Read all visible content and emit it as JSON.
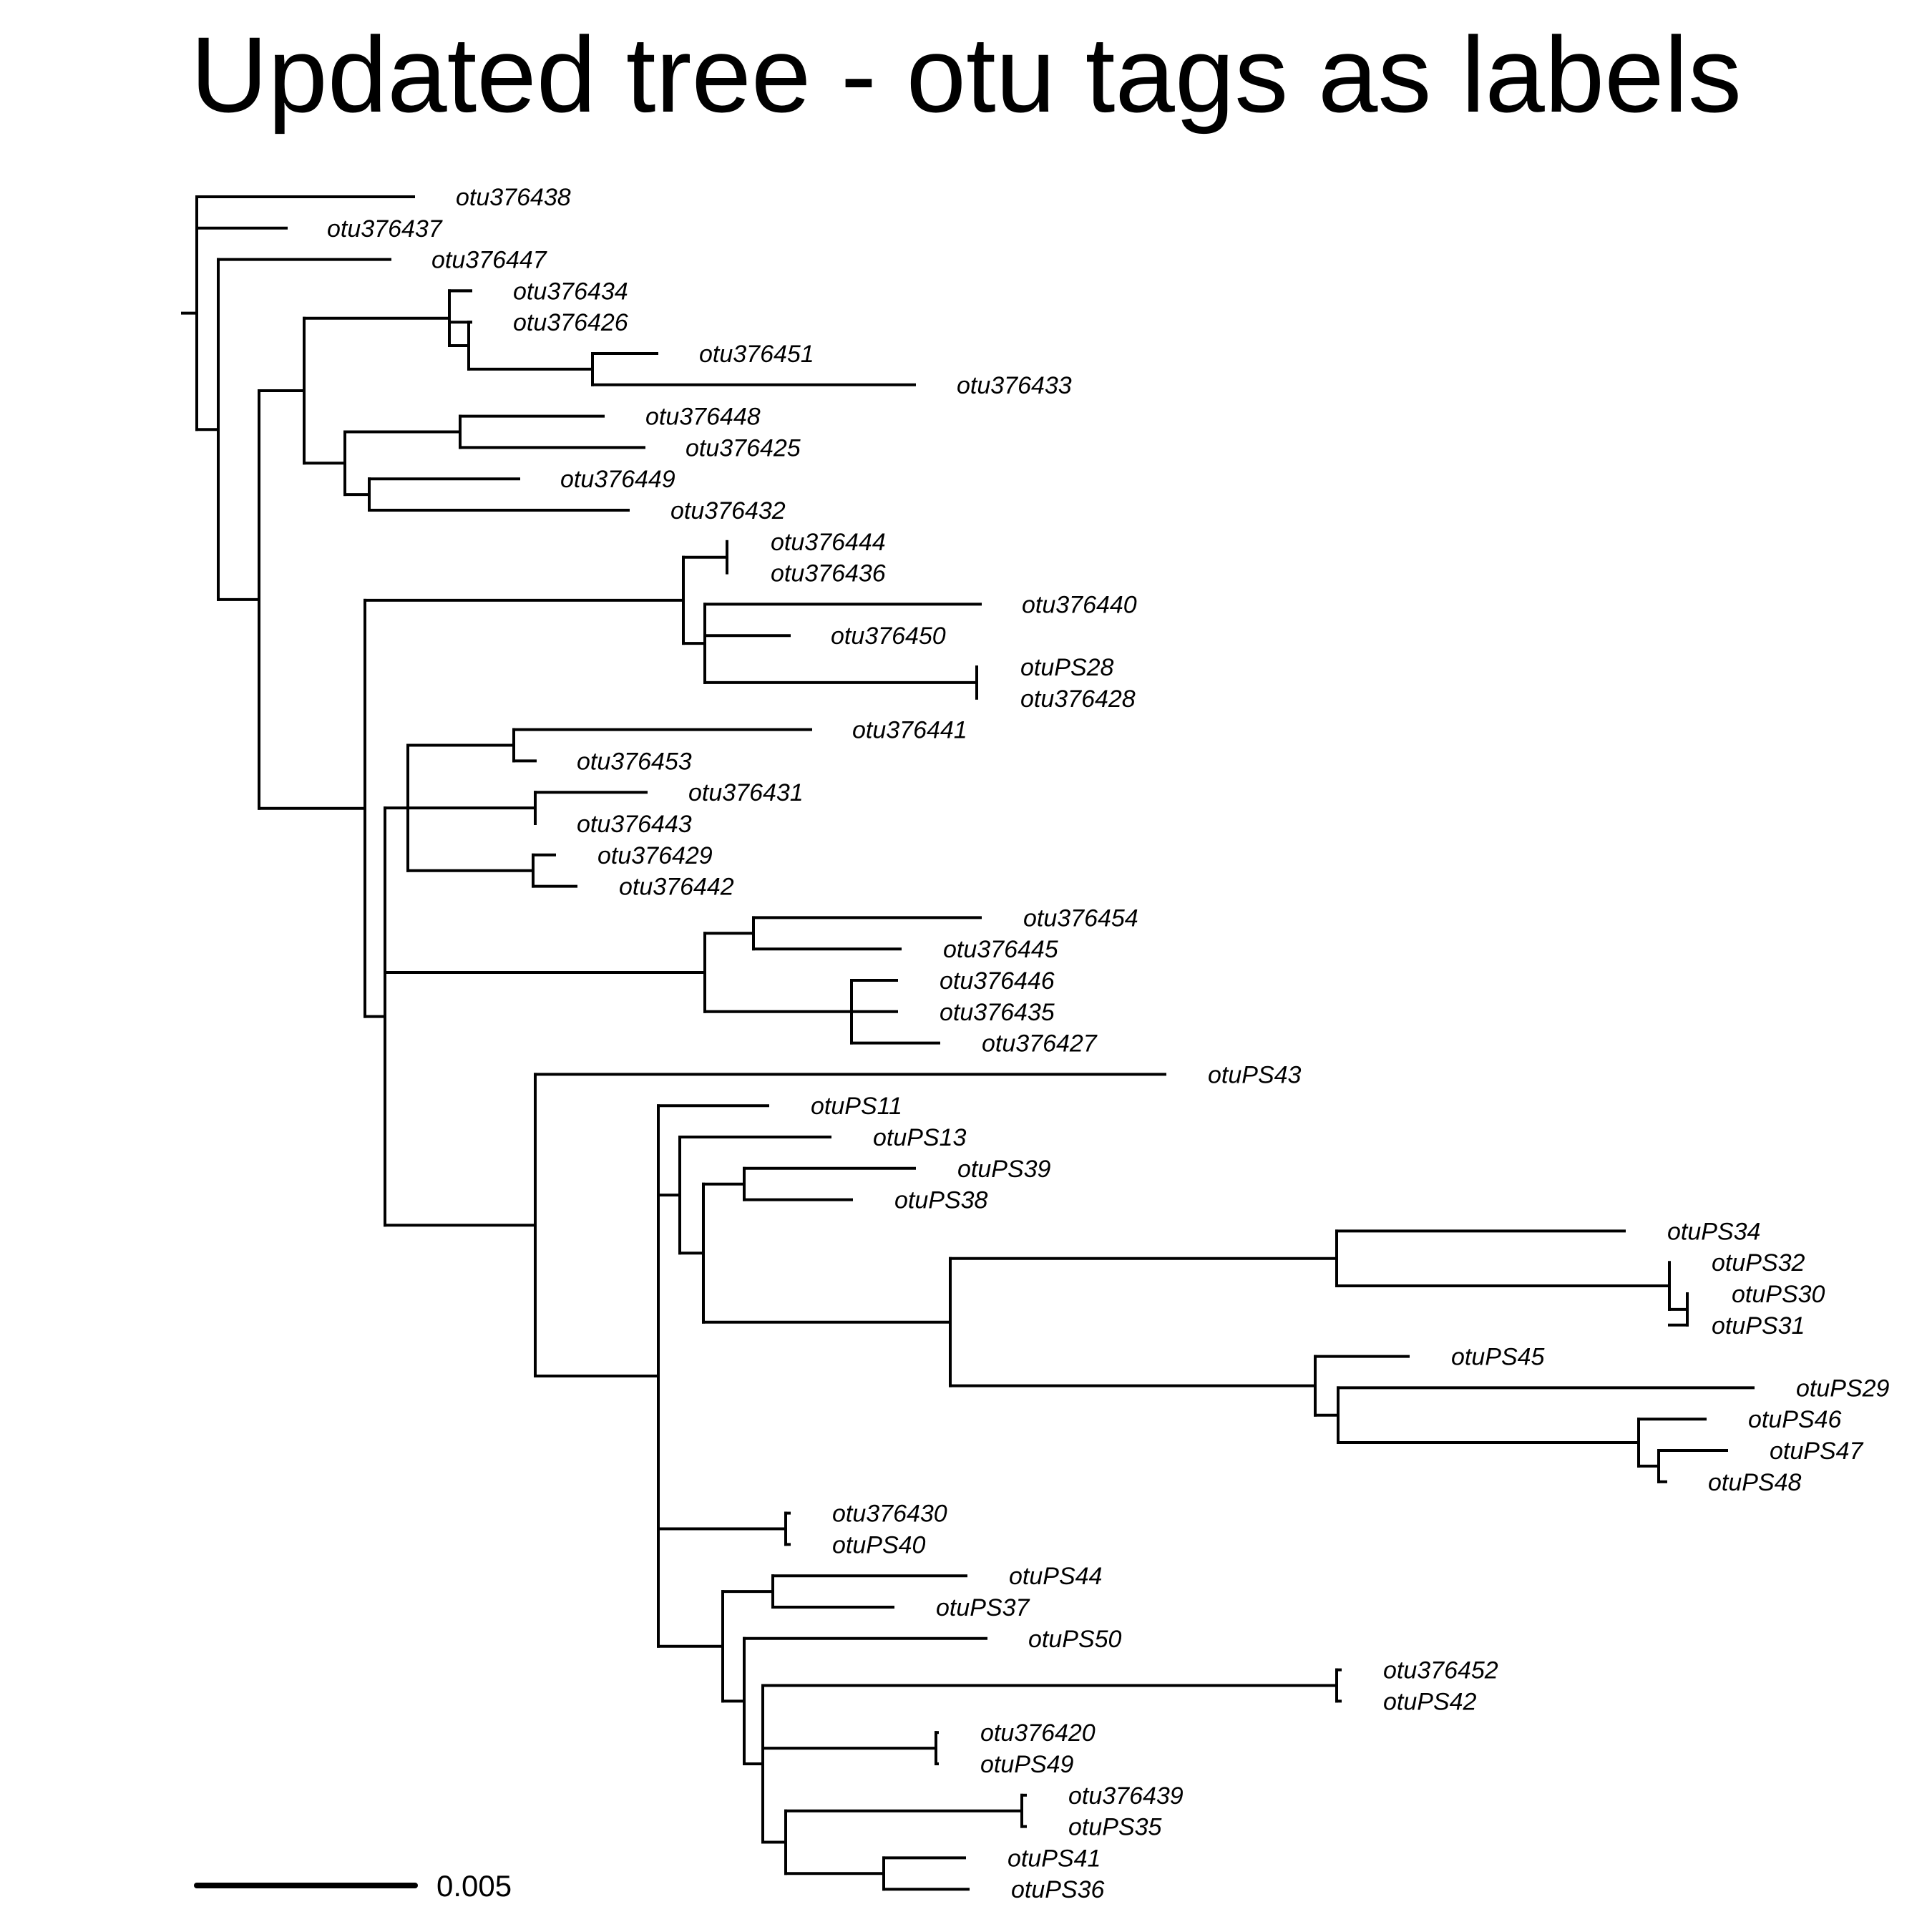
{
  "title": "Updated tree - otu tags as labels",
  "scale_bar": {
    "label": "0.005",
    "value": 0.005
  },
  "tips": [
    "otu376438",
    "otu376437",
    "otu376447",
    "otu376434",
    "otu376426",
    "otu376451",
    "otu376433",
    "otu376448",
    "otu376425",
    "otu376449",
    "otu376432",
    "otu376444",
    "otu376436",
    "otu376440",
    "otu376450",
    "otuPS28",
    "otu376428",
    "otu376441",
    "otu376453",
    "otu376431",
    "otu376443",
    "otu376429",
    "otu376442",
    "otu376454",
    "otu376445",
    "otu376446",
    "otu376435",
    "otu376427",
    "otuPS43",
    "otuPS11",
    "otuPS13",
    "otuPS39",
    "otuPS38",
    "otuPS34",
    "otuPS32",
    "otuPS30",
    "otuPS31",
    "otuPS45",
    "otuPS29",
    "otuPS46",
    "otuPS47",
    "otuPS48",
    "otu376430",
    "otuPS40",
    "otuPS44",
    "otuPS37",
    "otuPS50",
    "otu376452",
    "otuPS42",
    "otu376420",
    "otuPS49",
    "otu376439",
    "otuPS35",
    "otuPS41",
    "otuPS36"
  ]
}
